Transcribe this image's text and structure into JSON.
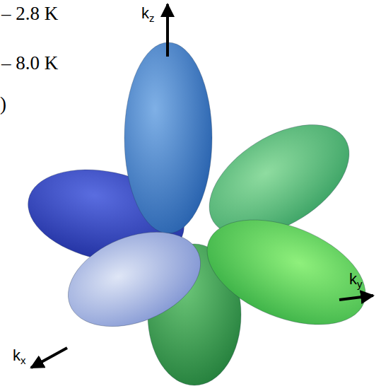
{
  "diagram": {
    "labels": [
      "– 2.8 K",
      "– 8.0 K",
      ")",
      "kz",
      "ky",
      "kx"
    ]
  }
}
